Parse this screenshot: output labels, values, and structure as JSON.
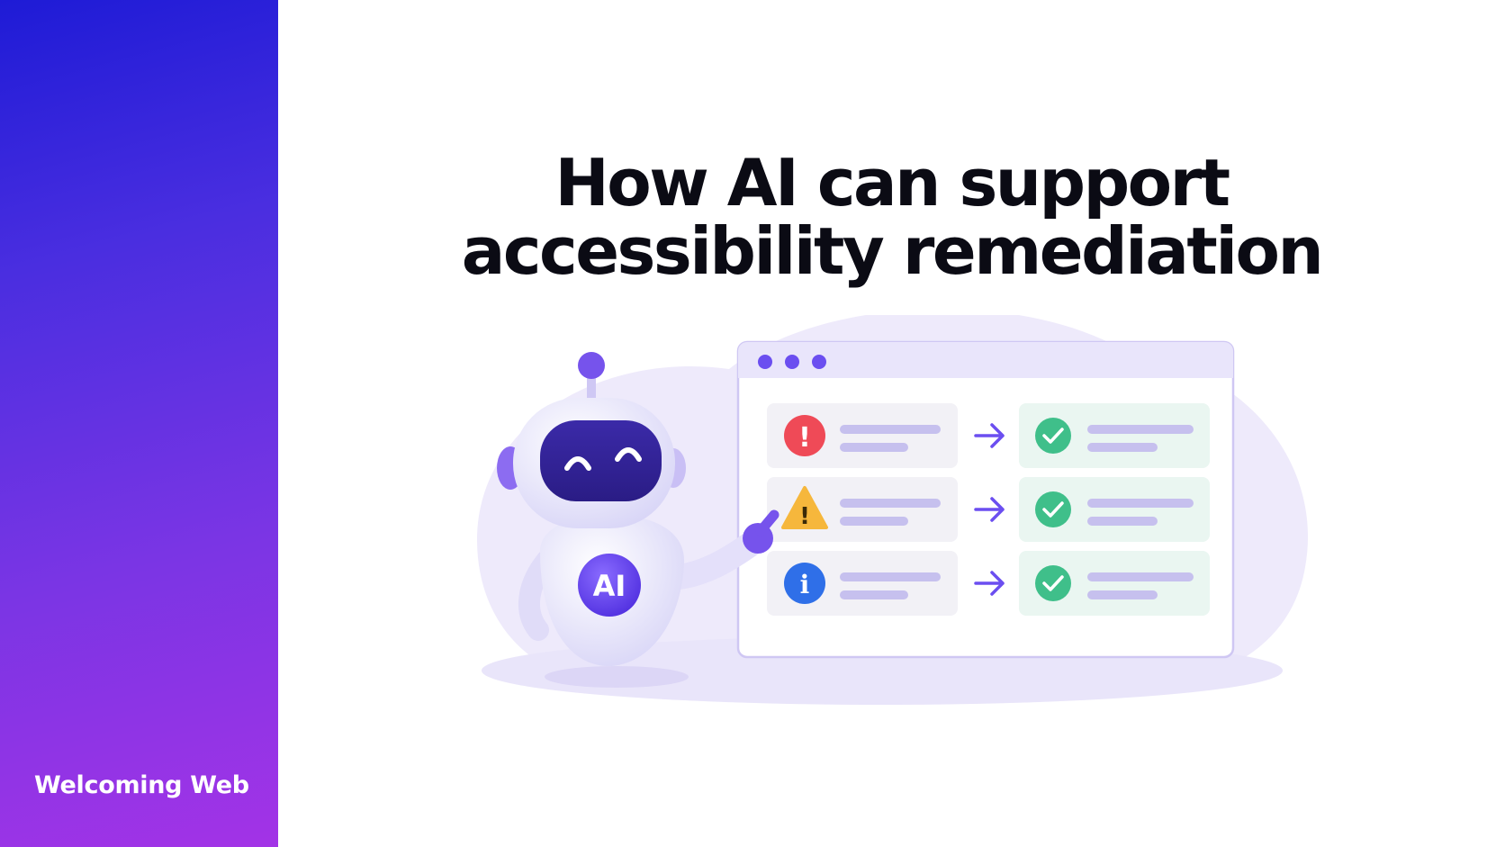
{
  "title": {
    "line1": "How AI can support",
    "line2": "accessibility remediation"
  },
  "brand": {
    "name": "Welcoming Web"
  },
  "robot": {
    "badge": "AI"
  },
  "colors": {
    "sidebar_top": "#1e1bd6",
    "sidebar_bottom": "#a333e6",
    "accent": "#6b4ef0",
    "error": "#ef4a57",
    "warning": "#f6b73c",
    "info": "#2f6fe8",
    "success": "#3fbf8a"
  },
  "issues": [
    {
      "icon": "error-icon",
      "symbol": "!"
    },
    {
      "icon": "warning-icon",
      "symbol": "!"
    },
    {
      "icon": "info-icon",
      "symbol": "i"
    }
  ]
}
